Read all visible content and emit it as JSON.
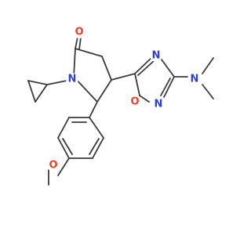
{
  "molecule": {
    "atoms": [
      {
        "id": "O_carbonyl",
        "text": "O",
        "color": "#e8402a"
      },
      {
        "id": "N_lactam",
        "text": "N",
        "color": "#2b3fd6"
      },
      {
        "id": "N_oxadiazole_top",
        "text": "N",
        "color": "#2b3fd6"
      },
      {
        "id": "N_dimethylamino",
        "text": "N",
        "color": "#2b3fd6"
      },
      {
        "id": "O_oxadiazole",
        "text": "O",
        "color": "#e8402a"
      },
      {
        "id": "N_oxadiazole_bottom",
        "text": "N",
        "color": "#2b3fd6"
      },
      {
        "id": "O_methoxy",
        "text": "O",
        "color": "#e8402a"
      }
    ],
    "bond_color": "#3a3a3a"
  }
}
